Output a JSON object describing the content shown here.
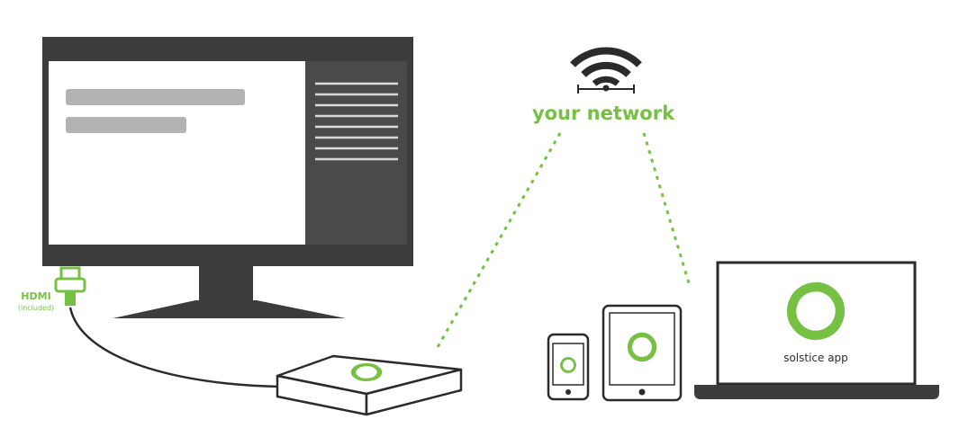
{
  "network": {
    "label": "your network",
    "icon": "wifi-icon"
  },
  "hdmi": {
    "label": "HDMI",
    "note": "(included)",
    "icon": "hdmi-connector-icon"
  },
  "laptop": {
    "app_label": "solstice app"
  },
  "icons": {
    "logo": "solstice-swirl-icon"
  },
  "colors": {
    "accent_green": "#76c043",
    "dark_gray": "#3c3c3c",
    "panel_gray": "#4a4a4a",
    "placeholder_gray": "#b3b3b3",
    "outline": "#2b2b2b"
  }
}
